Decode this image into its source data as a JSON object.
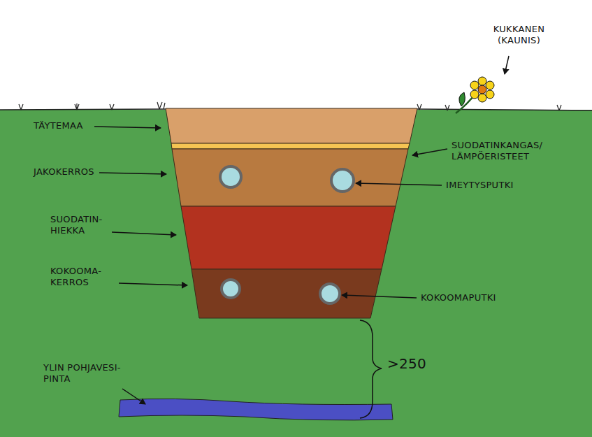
{
  "diagram": {
    "labels": [
      "KUKKANEN (KAUNIS)",
      "TÄYTEMAA",
      "SUODATINKANGAS/ LÄMPÖERISTEET",
      "JAKOKERROS",
      "IMEYTYSPUTKI",
      "SUODATIN- HIEKKA",
      "KOKOOMA- KERROS",
      "KOKOOMAPUTKI",
      "YLIN POHJAVESI- PINTA",
      ">250"
    ]
  }
}
